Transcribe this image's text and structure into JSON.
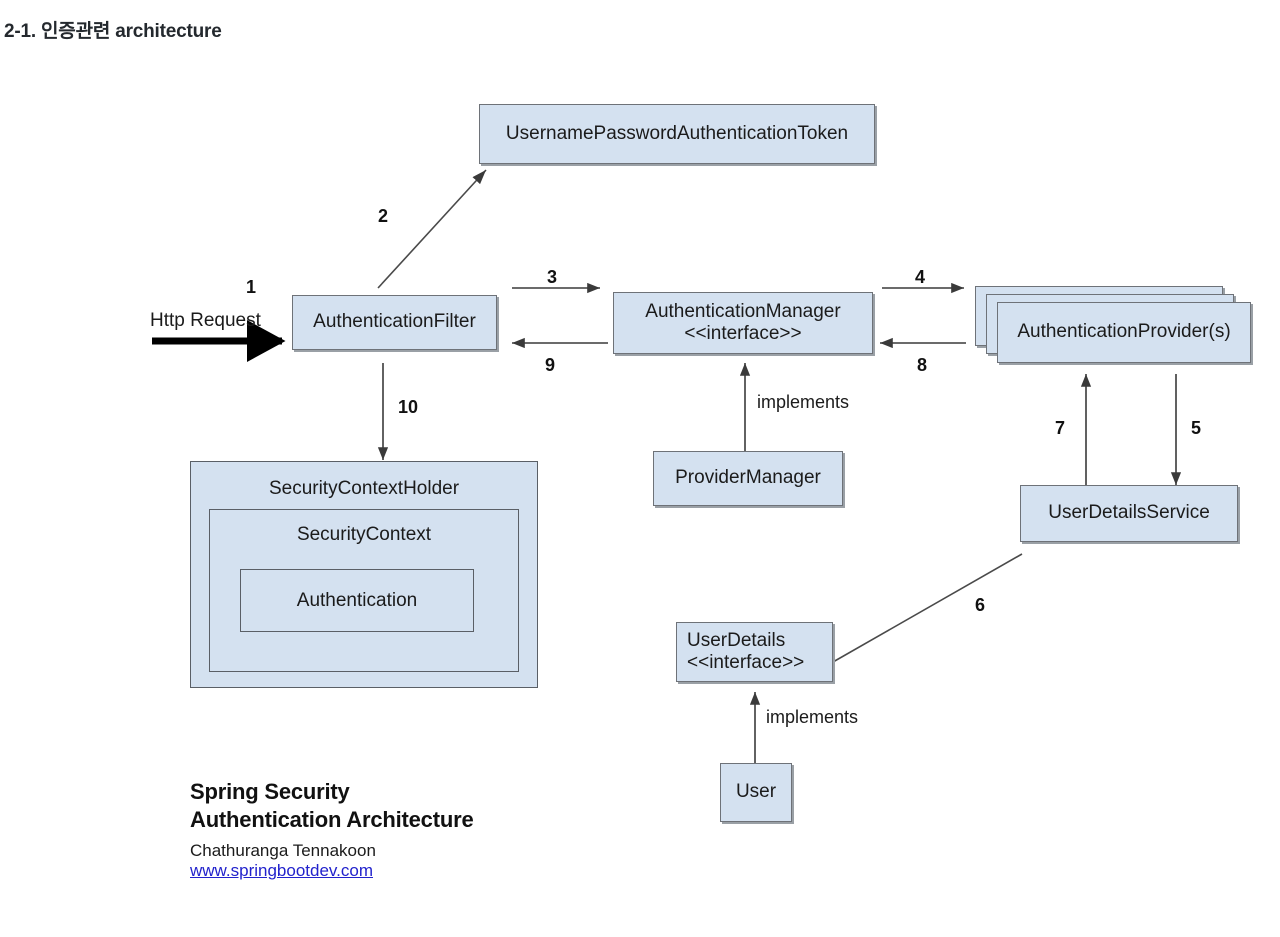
{
  "page": {
    "heading": "2-1. 인증관련 architecture"
  },
  "diagram": {
    "type": "flow-architecture",
    "title": "Spring Security Authentication Architecture",
    "nodes": [
      {
        "id": "token",
        "label": "UsernamePasswordAuthenticationToken"
      },
      {
        "id": "filter",
        "label": "AuthenticationFilter"
      },
      {
        "id": "manager",
        "label": "AuthenticationManager\n<<interface>>"
      },
      {
        "id": "providers",
        "label": "AuthenticationProvider(s)"
      },
      {
        "id": "providermgr",
        "label": "ProviderManager"
      },
      {
        "id": "userdetailssvc",
        "label": "UserDetailsService"
      },
      {
        "id": "userdetails",
        "label": "UserDetails\n<<interface>>"
      },
      {
        "id": "user",
        "label": "User"
      },
      {
        "id": "holder",
        "label": "SecurityContextHolder"
      },
      {
        "id": "context",
        "label": "SecurityContext"
      },
      {
        "id": "authentication",
        "label": "Authentication"
      }
    ],
    "entry": {
      "label": "Http Request",
      "step": "1"
    },
    "edges": [
      {
        "step": "1",
        "from": "http-request",
        "to": "filter"
      },
      {
        "step": "2",
        "from": "filter",
        "to": "token"
      },
      {
        "step": "3",
        "from": "filter",
        "to": "manager"
      },
      {
        "step": "4",
        "from": "manager",
        "to": "providers"
      },
      {
        "step": "5",
        "from": "providers",
        "to": "userdetailssvc"
      },
      {
        "step": "6",
        "from": "userdetails",
        "to": "userdetailssvc"
      },
      {
        "step": "7",
        "from": "userdetailssvc",
        "to": "providers"
      },
      {
        "step": "8",
        "from": "providers",
        "to": "manager"
      },
      {
        "step": "9",
        "from": "manager",
        "to": "filter"
      },
      {
        "step": "10",
        "from": "filter",
        "to": "holder"
      }
    ],
    "edge_labels": {
      "implements_manager": "implements",
      "implements_userdetails": "implements"
    },
    "colors": {
      "node_fill": "#d4e1f0",
      "node_border": "#6e7278",
      "node_shadow": "#9aa0a6",
      "arrow": "#3a3a3a",
      "entry_arrow": "#000000",
      "link": "#2222cc"
    }
  },
  "credit": {
    "title": "Spring Security\nAuthentication Architecture",
    "author": "Chathuranga Tennakoon",
    "url": "www.springbootdev.com"
  }
}
